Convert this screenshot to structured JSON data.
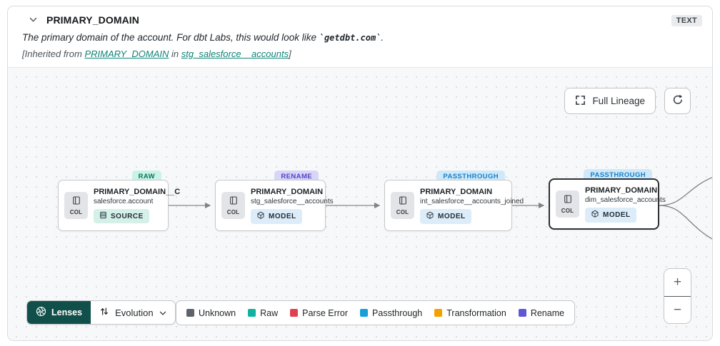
{
  "header": {
    "column_name": "PRIMARY_DOMAIN",
    "type_badge": "TEXT",
    "description": {
      "prefix": "The primary domain of the account. For dbt Labs, this would look like ",
      "code": "`getdbt.com`",
      "suffix": "."
    },
    "inherited": {
      "prefix": "[Inherited from ",
      "column_link": "PRIMARY_DOMAIN",
      "middle": " in ",
      "model_link": "stg_salesforce__accounts",
      "suffix": "]"
    }
  },
  "toolbar": {
    "full_lineage_label": "Full Lineage"
  },
  "nodes": [
    {
      "evolution_badge": "RAW",
      "title": "PRIMARY_DOMAIN__C",
      "subtitle": "salesforce.account",
      "col_label": "COL",
      "resource_label": "SOURCE"
    },
    {
      "evolution_badge": "RENAME",
      "title": "PRIMARY_DOMAIN",
      "subtitle": "stg_salesforce__accounts",
      "col_label": "COL",
      "resource_label": "MODEL"
    },
    {
      "evolution_badge": "PASSTHROUGH",
      "title": "PRIMARY_DOMAIN",
      "subtitle": "int_salesforce__accounts_joined",
      "col_label": "COL",
      "resource_label": "MODEL"
    },
    {
      "evolution_badge": "PASSTHROUGH",
      "title": "PRIMARY_DOMAIN",
      "subtitle": "dim_salesforce_accounts",
      "col_label": "COL",
      "resource_label": "MODEL"
    }
  ],
  "lenses": {
    "button_label": "Lenses",
    "selected_lens": "Evolution"
  },
  "legend": {
    "items": [
      {
        "label": "Unknown",
        "color": "#5d6369"
      },
      {
        "label": "Raw",
        "color": "#10b3a0"
      },
      {
        "label": "Parse Error",
        "color": "#e0404f"
      },
      {
        "label": "Passthrough",
        "color": "#189fd8"
      },
      {
        "label": "Transformation",
        "color": "#f2a100"
      },
      {
        "label": "Rename",
        "color": "#5f57d4"
      }
    ]
  },
  "zoom_controls": {
    "zoom_in": "+",
    "zoom_out": "−"
  },
  "colors": {
    "accent_teal_link": "#0e8476",
    "lenses_button_green": "#11504a",
    "raw_badge_bg": "#c9f3e4",
    "rename_badge_bg": "#d8d5f8",
    "passthrough_badge_bg": "#cfe9fa",
    "selected_node_border": "#2c3237"
  }
}
